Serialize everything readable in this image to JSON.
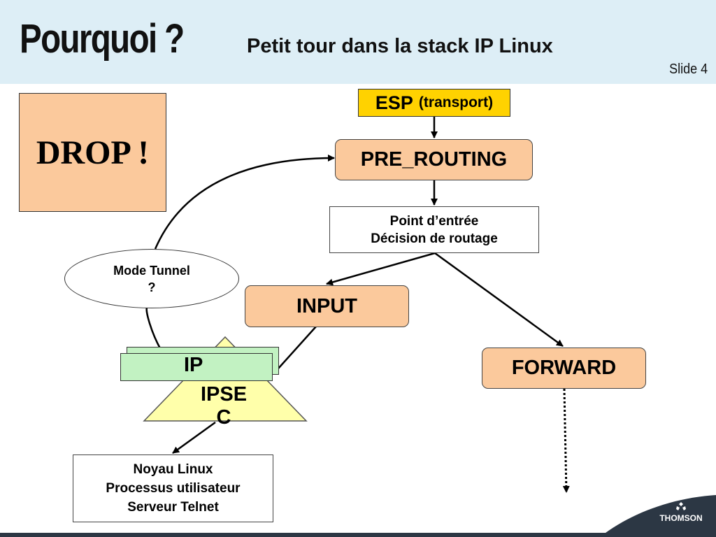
{
  "slide": {
    "title": "Pourquoi ?",
    "subtitle": "Petit tour dans la stack IP Linux",
    "slide_number": "Slide 4"
  },
  "diagram": {
    "esp": {
      "main": "ESP",
      "detail": "(transport)"
    },
    "drop": "DROP !",
    "pre_routing": "PRE_ROUTING",
    "entry_point": {
      "line1": "Point d’entrée",
      "line2": "Décision de routage"
    },
    "input": "INPUT",
    "forward": "FORWARD",
    "mode_tunnel": {
      "line1": "Mode Tunnel",
      "line2": "?"
    },
    "ip": "IP",
    "ipsec": {
      "line1": "IPSE",
      "line2": "C"
    },
    "kernel": {
      "line1": "Noyau Linux",
      "line2": "Processus utilisateur",
      "line3": "Serveur Telnet"
    }
  },
  "colors": {
    "header_bg": "#ddeef6",
    "hook_fill": "#fbc99c",
    "esp_fill": "#ffd200",
    "ip_fill": "#c2f2c2",
    "ipsec_fill": "#ffffaa"
  },
  "footer": {
    "brand": "THOMSON",
    "logo_icon": "thomson-logo-icon"
  }
}
